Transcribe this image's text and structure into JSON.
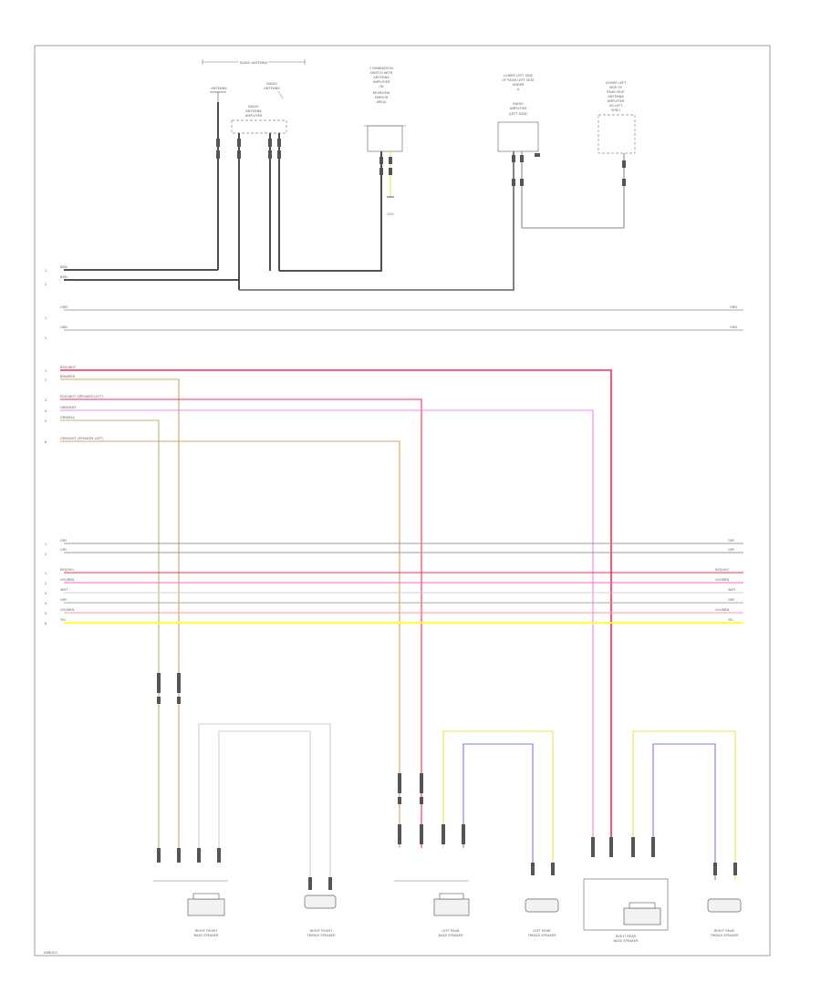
{
  "header": {
    "bracket_label": "RADIO ANTENNA"
  },
  "components": {
    "antenna_left": "ANTENNA",
    "antenna_right": [
      "RADIO",
      "ANTENNA"
    ],
    "module_a": [
      "RADIO",
      "ANTENNA",
      "AMPLIFIER"
    ],
    "unit_b": [
      "COMBINATION",
      "SWITCH WITH",
      "ANTENNA",
      "AMPLIFIER",
      "(IN",
      "REARVIEW",
      "MIRROR",
      "AREA)"
    ],
    "unit_c": [
      "LOWER LEFT SIDE",
      "OF REAR LEFT SEAT",
      "UNDER",
      "A",
      "RADIO",
      "AMPLIFIER",
      "(LEFT SIDE)"
    ],
    "unit_d": [
      "LOWER LEFT",
      "SIDE OF",
      "REAR SEAT",
      "ANTENNA",
      "AMPLIFIER",
      "(IN LEFT",
      "SIDE)"
    ],
    "ground_label": "G20"
  },
  "wires_top": [
    {
      "id": "1",
      "label": "BRN"
    },
    {
      "id": "2",
      "label": "BRN"
    }
  ],
  "wires_mid": [
    {
      "id": "1",
      "label": "GRN",
      "right": "GRN"
    },
    {
      "id": "2",
      "label": "GRN",
      "right": "GRN"
    }
  ],
  "wires_colored": [
    {
      "id": "1",
      "label": "RED/WHT"
    },
    {
      "id": "2",
      "label": "BRN/RED"
    },
    {
      "id": "3",
      "label": "RED/WHT  (SPEAKER LEFT)"
    },
    {
      "id": "4",
      "label": "GRN/WHT"
    },
    {
      "id": "5",
      "label": "GRN/BLU"
    },
    {
      "id": "6",
      "label": "GRN/WHT  (SPEAKER LEFT)"
    }
  ],
  "bus_gray": [
    {
      "id": "1",
      "label": "GRY",
      "right": "GRY"
    },
    {
      "id": "2",
      "label": "GRY",
      "right": "GRY"
    }
  ],
  "bus_colored": [
    {
      "id": "1",
      "label": "RED/VIO",
      "right": "RED/VIO"
    },
    {
      "id": "2",
      "label": "VIO/BRN",
      "right": "VIO/BRN"
    },
    {
      "id": "3",
      "label": "WHT",
      "right": "WHT"
    },
    {
      "id": "4",
      "label": "GRY",
      "right": "GRY"
    },
    {
      "id": "5",
      "label": "VIO/BRN",
      "right": "VIO/BRN"
    },
    {
      "id": "6",
      "label": "YEL",
      "right": "YEL"
    }
  ],
  "speakers": [
    {
      "name": [
        "RIGHT FRONT",
        "BASS SPEAKER"
      ]
    },
    {
      "name": [
        "RIGHT FRONT",
        "TREBLE SPEAKER"
      ]
    },
    {
      "name": [
        "LEFT REAR",
        "BASS SPEAKER"
      ]
    },
    {
      "name": [
        "LEFT REAR",
        "TREBLE SPEAKER"
      ]
    },
    {
      "name": [
        "RIGHT REAR",
        "BASS SPEAKER"
      ]
    },
    {
      "name": [
        "RIGHT REAR",
        "TREBLE SPEAKER"
      ]
    }
  ],
  "footer": {
    "code": "NSBU03"
  },
  "colors": {
    "black": "#3a3a3a",
    "gray": "#9a9a9a",
    "light_gray": "#c8c8c8",
    "red": "#ff2a55",
    "pink": "#ff66cc",
    "violet": "#ee88ee",
    "salmon": "#ff9a9a",
    "orange_brown": "#d9a060",
    "olive": "#c8c890",
    "yellow": "#ffff33",
    "yellow_green": "#e6e650",
    "blue": "#7777ff",
    "magenta": "#ff00ff"
  }
}
